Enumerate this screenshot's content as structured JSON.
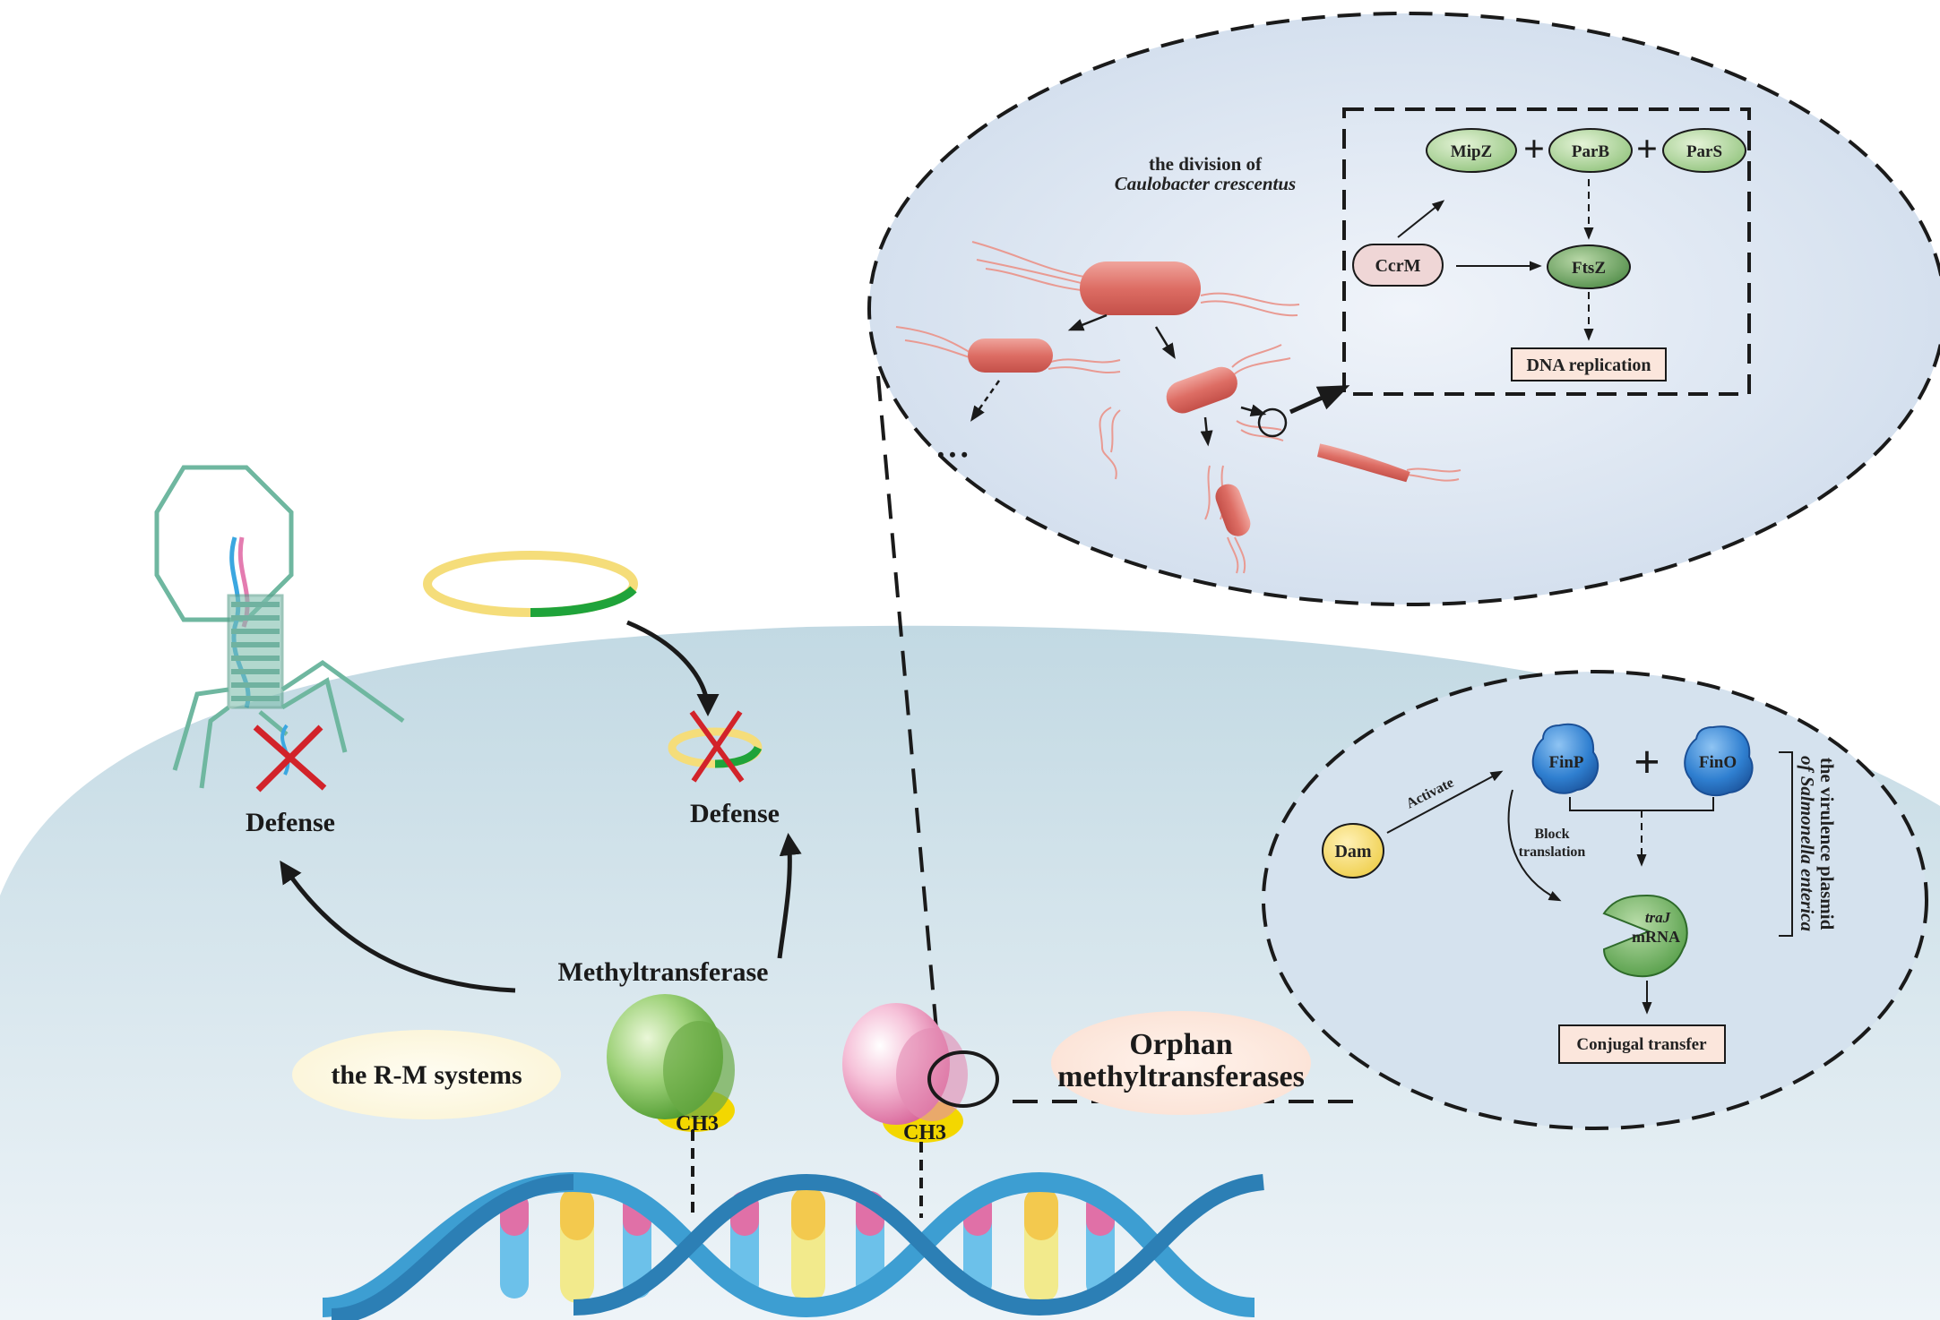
{
  "colors": {
    "cell": "#cfe0e8",
    "zoom_bubble": "#dbe6f2",
    "bacteria": "#e07a72",
    "flagella": "#e99a92",
    "phage": "#6fb7a0",
    "dna_backbone": "#3d9ed2",
    "green_protein": "#7fbf5a",
    "pink_protein": "#ec9bbd",
    "ch3": "#f3d700",
    "plasmid_yellow": "#f5dd7a",
    "plasmid_green": "#1fa33a",
    "cross": "#d2232a"
  },
  "labels": {
    "defense_left": "Defense",
    "defense_right": "Defense",
    "methyltransferase": "Methyltransferase",
    "rm_systems": "the R-M systems",
    "orphan_line1": "Orphan",
    "orphan_line2": "methyltransferases",
    "ch3_left": "CH3",
    "ch3_right": "CH3"
  },
  "top_panel": {
    "title_line1": "the division of",
    "title_line2": "Caulobacter crescentus",
    "ellipsis": "• • •",
    "nodes": {
      "mipz": "MipZ",
      "parb": "ParB",
      "pars": "ParS",
      "ccrm": "CcrM",
      "ftsz": "FtsZ",
      "dna_replication": "DNA replication"
    },
    "plus": "+"
  },
  "bottom_panel": {
    "nodes": {
      "dam": "Dam",
      "finp": "FinP",
      "fino": "FinO",
      "traj_line1": "traJ",
      "traj_line2": "mRNA",
      "conjugal": "Conjugal transfer"
    },
    "activate": "Activate",
    "block_line1": "Block",
    "block_line2": "translation",
    "plus": "+",
    "side_line1": "the virulence plasmid",
    "side_line2": "of Salmonella enterica"
  }
}
